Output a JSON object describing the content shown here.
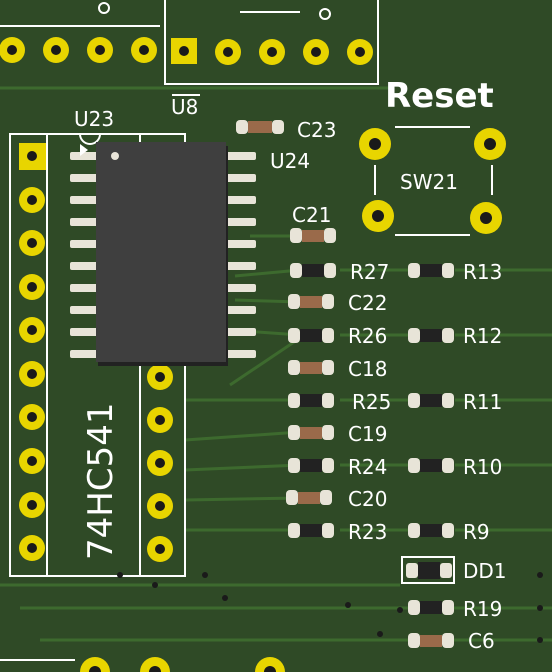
{
  "colors": {
    "board": "#2f4a26",
    "trace": "#3d6a2e",
    "silkscreen": "#ffffff",
    "pad_gold": "#e8d500",
    "hole": "#1a1a1a",
    "ic_body": "#3f3f3f",
    "cap_body": "#9a6a4a",
    "res_body": "#222222",
    "smd_pad": "#e8e4d8"
  },
  "labels": {
    "u23": "U23",
    "u8": "U8",
    "u24": "U24",
    "c23": "C23",
    "reset": "Reset",
    "sw21": "SW21",
    "c21": "C21",
    "r27": "R27",
    "r13": "R13",
    "c22": "C22",
    "r26": "R26",
    "r12": "R12",
    "c18": "C18",
    "r25": "R25",
    "r11": "R11",
    "c19": "C19",
    "r24": "R24",
    "r10": "R10",
    "c20": "C20",
    "r23": "R23",
    "r9": "R9",
    "dd1": "DD1",
    "r19": "R19",
    "c6": "C6",
    "chip": "74HC541"
  }
}
